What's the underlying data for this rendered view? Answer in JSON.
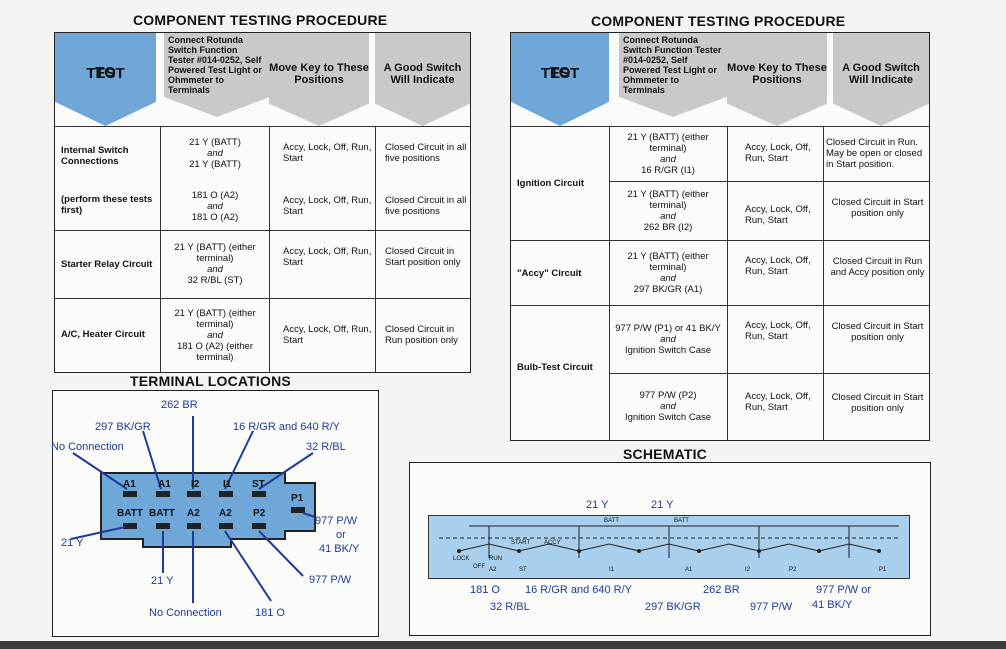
{
  "left": {
    "title": "COMPONENT TESTING PROCEDURE",
    "headers": {
      "to_test_1": "TO",
      "to_test_2": "TEST",
      "connect": "Connect Rotunda Switch Function Tester #014-0252, Self Powered Test Light or Ohmmeter to Terminals",
      "move_key": "Move Key to These Positions",
      "good_switch": "A Good Switch Will Indicate"
    },
    "rows": [
      {
        "label": "Internal Switch Connections",
        "terminals_1": "21 Y (BATT)",
        "terminals_and": "and",
        "terminals_2": "21 Y (BATT)",
        "positions": "Accy, Lock, Off, Run, Start",
        "indicate": "Closed Circuit in all five positions"
      },
      {
        "label": "(perform these tests first)",
        "terminals_1": "181 O (A2)",
        "terminals_and": "and",
        "terminals_2": "181 O (A2)",
        "positions": "Accy, Lock, Off, Run, Start",
        "indicate": "Closed Circuit in all five positions"
      },
      {
        "label": "Starter Relay Circuit",
        "terminals_1": "21 Y (BATT) (either terminal)",
        "terminals_and": "and",
        "terminals_2": "32 R/BL (ST)",
        "positions": "Accy, Lock, Off, Run, Start",
        "indicate": "Closed Circuit in Start position only"
      },
      {
        "label": "A/C, Heater Circuit",
        "terminals_1": "21 Y (BATT) (either terminal)",
        "terminals_and": "and",
        "terminals_2": "181 O (A2) (either terminal)",
        "positions": "Accy, Lock, Off, Run, Start",
        "indicate": "Closed Circuit in Run position only"
      }
    ]
  },
  "right": {
    "title": "COMPONENT TESTING PROCEDURE",
    "headers": {
      "to_test_1": "TO",
      "to_test_2": "TEST",
      "connect": "Connect Rotunda Switch Function Tester #014-0252, Self Powered Test Light or Ohmmeter to Terminals",
      "move_key": "Move Key to These Positions",
      "good_switch": "A Good Switch Will Indicate"
    },
    "groups": [
      {
        "label": "Ignition Circuit"
      },
      {
        "label": "\"Accy\" Circuit"
      },
      {
        "label": "Bulb-Test Circuit"
      }
    ],
    "rows": [
      {
        "terminals_1": "21 Y (BATT) (either terminal)",
        "terminals_and": "and",
        "terminals_2": "16 R/GR (I1)",
        "positions": "Accy, Lock, Off, Run, Start",
        "indicate": "Closed Circuit in Run. May be open or closed in Start position."
      },
      {
        "terminals_1": "21 Y (BATT) (either terminal)",
        "terminals_and": "and",
        "terminals_2": "262 BR (I2)",
        "positions": "Accy, Lock, Off, Run, Start",
        "indicate": "Closed Circuit in Start position only"
      },
      {
        "terminals_1": "21 Y (BATT) (either terminal)",
        "terminals_and": "and",
        "terminals_2": "297 BK/GR (A1)",
        "positions": "Accy, Lock, Off, Run, Start",
        "indicate": "Closed Circuit in Run and Accy position only"
      },
      {
        "terminals_1": "977 P/W (P1) or 41 BK/Y",
        "terminals_and": "and",
        "terminals_2": "Ignition Switch Case",
        "positions": "Accy, Lock, Off, Run, Start",
        "indicate": "Closed Circuit in Start position only"
      },
      {
        "terminals_1": "977 P/W (P2)",
        "terminals_and": "and",
        "terminals_2": "Ignition Switch Case",
        "positions": "Accy, Lock, Off, Run, Start",
        "indicate": "Closed Circuit in Start position only"
      }
    ]
  },
  "terminal_locations": {
    "title": "TERMINAL LOCATIONS",
    "top_row_pins": [
      "A1",
      "A1",
      "I2",
      "I1",
      "ST",
      "P1"
    ],
    "bottom_row_pins": [
      "BATT",
      "BATT",
      "A2",
      "A2",
      "P2"
    ],
    "labels": {
      "br262": "262 BR",
      "bkgr297": "297 BK/GR",
      "rgr16": "16 R/GR and 640 R/Y",
      "no_conn_top": "No Connection",
      "rbl32": "32 R/BL",
      "y21_left": "21 Y",
      "pw977_1": "977 P/W",
      "or": "or",
      "bky41": "41 BK/Y",
      "y21_bottom": "21 Y",
      "pw977_2": "977 P/W",
      "no_conn_bottom": "No Connection",
      "o181": "181 O"
    }
  },
  "schematic": {
    "title": "SCHEMATIC",
    "top_labels": [
      "21 Y",
      "21 Y"
    ],
    "inner": {
      "batt1": "BATT",
      "batt2": "BATT",
      "start": "START",
      "accy": "ACCY",
      "lock": "LOCK",
      "off": "OFF",
      "run": "RUN"
    },
    "bottom_labels": {
      "o181": "181 O",
      "rgr16": "16 R/GR and 640 R/Y",
      "br262": "262 BR",
      "pw977": "977 P/W or",
      "rbl32": "32 R/BL",
      "bkgr297": "297 BK/GR",
      "pw977b": "977 P/W",
      "bky41": "41 BK/Y"
    },
    "pin_labels": [
      "A2",
      "ST",
      "I1",
      "A1",
      "I2",
      "P2",
      "P1"
    ]
  },
  "colors": {
    "blue_fill": "#6fa7d8",
    "schematic_fill": "#a9cfee",
    "label_blue": "#1f3a9a"
  }
}
